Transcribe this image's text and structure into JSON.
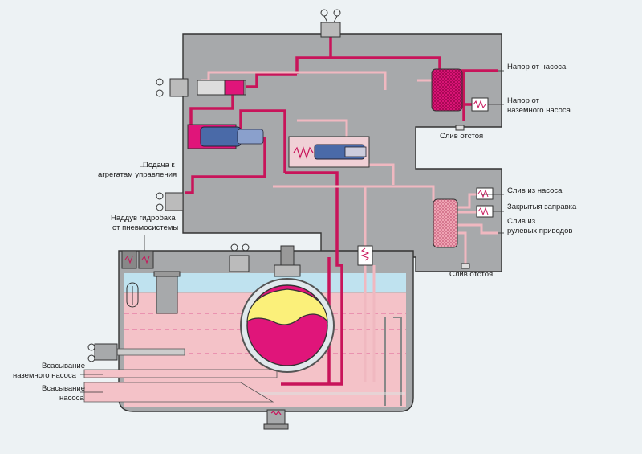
{
  "labels": {
    "pump_pressure": "Напор от насоса",
    "ground_pump_pressure_1": "Напор от",
    "ground_pump_pressure_2": "наземного насоса",
    "sludge_drain_top": "Слив отстоя",
    "supply_1": "Подача к",
    "supply_2": "агрегатам управления",
    "drain_from_pump": "Слив из насоса",
    "closed_refuel": "Закрытыя заправка",
    "drain_steering_1": "Слив из",
    "drain_steering_2": "рулевых приводов",
    "sludge_drain_bottom": "Слив отстоя",
    "pressurization_1": "Наддув гидробака",
    "pressurization_2": "от пневмосистемы",
    "ground_pump_suction_1": "Всасывание",
    "ground_pump_suction_2": "наземного насоса",
    "pump_suction_1": "Всасывание",
    "pump_suction_2": "насоса"
  },
  "colors": {
    "body": "#a7a9ab",
    "fluid": "#f4c2c8",
    "air": "#bfe2ef",
    "pressure_line": "#c8145a",
    "return_line": "#f0b8c0",
    "accent": "#e4007c",
    "bladder_gas": "#fbf07a"
  }
}
